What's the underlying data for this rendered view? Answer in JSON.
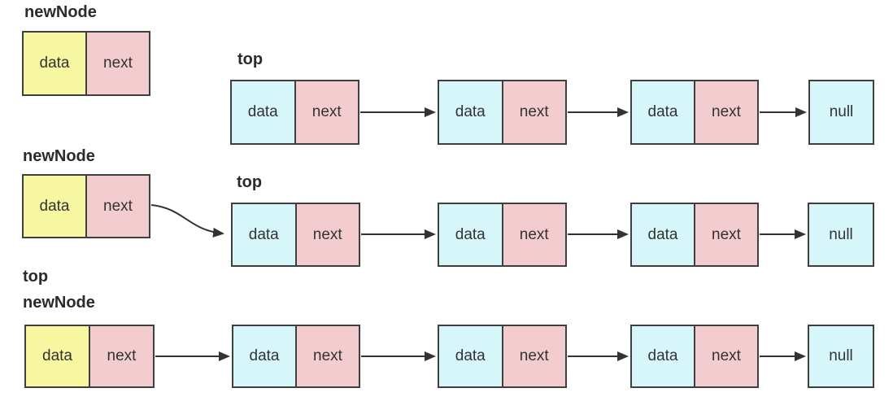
{
  "colors": {
    "yellow": "#f7f7a2",
    "pink": "#f3cccf",
    "cyan": "#d6f6fa",
    "border": "#3f3f3f",
    "arrow": "#333333",
    "label_text": "#2b2b2b",
    "cell_text": "#333333"
  },
  "rows": [
    {
      "new_node_label": "newNode",
      "new_node": {
        "cells": [
          "data",
          "next"
        ]
      },
      "top_label": "top",
      "list": [
        {
          "cells": [
            "data",
            "next"
          ]
        },
        {
          "cells": [
            "data",
            "next"
          ]
        },
        {
          "cells": [
            "data",
            "next"
          ]
        }
      ],
      "terminator": "null"
    },
    {
      "new_node_label": "newNode",
      "new_node": {
        "cells": [
          "data",
          "next"
        ]
      },
      "top_label": "top",
      "list": [
        {
          "cells": [
            "data",
            "next"
          ]
        },
        {
          "cells": [
            "data",
            "next"
          ]
        },
        {
          "cells": [
            "data",
            "next"
          ]
        }
      ],
      "terminator": "null"
    },
    {
      "top_label": "top",
      "new_node_label": "newNode",
      "new_node": {
        "cells": [
          "data",
          "next"
        ]
      },
      "list": [
        {
          "cells": [
            "data",
            "next"
          ]
        },
        {
          "cells": [
            "data",
            "next"
          ]
        },
        {
          "cells": [
            "data",
            "next"
          ]
        }
      ],
      "terminator": "null"
    }
  ]
}
